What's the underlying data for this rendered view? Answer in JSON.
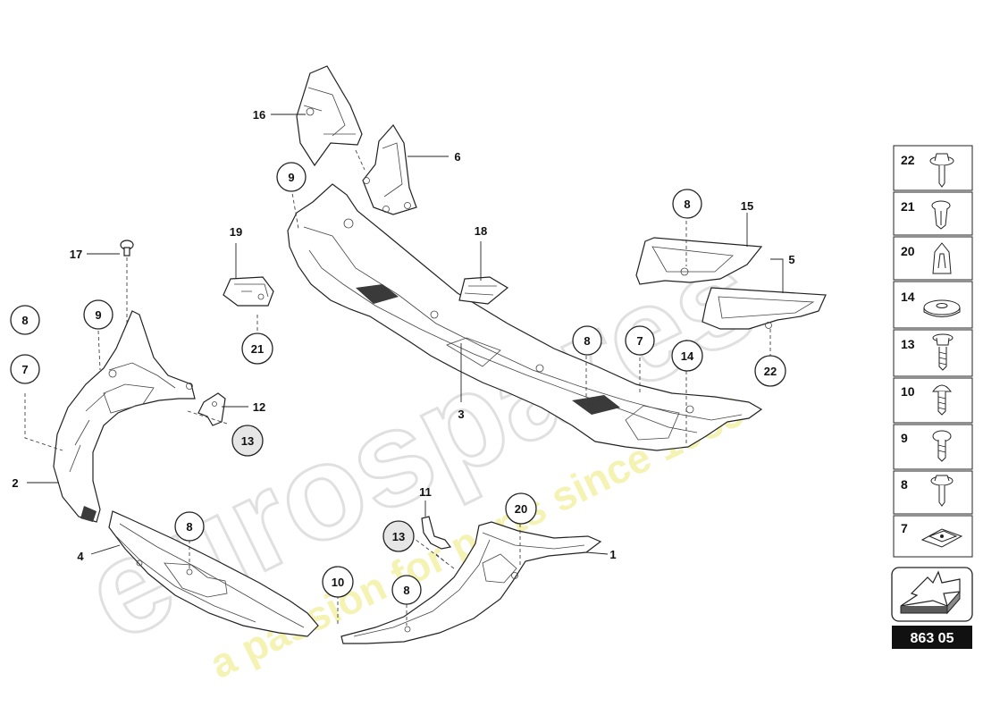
{
  "watermark": {
    "brand": "eurospares",
    "tagline": "a passion for parts since 1985"
  },
  "callouts": {
    "c1": "1",
    "c2": "2",
    "c3": "3",
    "c4": "4",
    "c5": "5",
    "c6": "6",
    "c11": "11",
    "c12": "12",
    "c15": "15",
    "c16": "16",
    "c17": "17",
    "c18": "18",
    "c19": "19"
  },
  "bubbles": {
    "b7_left": "7",
    "b8_left": "8",
    "b9_left": "9",
    "b9_top": "9",
    "b21": "21",
    "b13_mid": "13",
    "b8_mid": "8",
    "b7_mid": "7",
    "b14": "14",
    "b8_right": "8",
    "b22": "22",
    "b8_bottom_left": "8",
    "b10": "10",
    "b13_bottom": "13",
    "b20": "20",
    "b8_bottom": "8"
  },
  "fastener_panel": {
    "items": [
      {
        "num": "22",
        "icon": "flanged-screw-icon"
      },
      {
        "num": "21",
        "icon": "expanding-rivet-icon"
      },
      {
        "num": "20",
        "icon": "push-clip-icon"
      },
      {
        "num": "14",
        "icon": "washer-icon"
      },
      {
        "num": "13",
        "icon": "hex-flange-bolt-icon"
      },
      {
        "num": "10",
        "icon": "pan-head-screw-icon"
      },
      {
        "num": "9",
        "icon": "button-head-screw-icon"
      },
      {
        "num": "8",
        "icon": "washer-head-screw-icon"
      },
      {
        "num": "7",
        "icon": "speed-nut-icon"
      }
    ]
  },
  "page_code": "863 05",
  "colors": {
    "watermark_grey": "#dcdcdc",
    "watermark_yellow": "#f2ef9a",
    "bubble_grey": "#e6e6e6"
  }
}
